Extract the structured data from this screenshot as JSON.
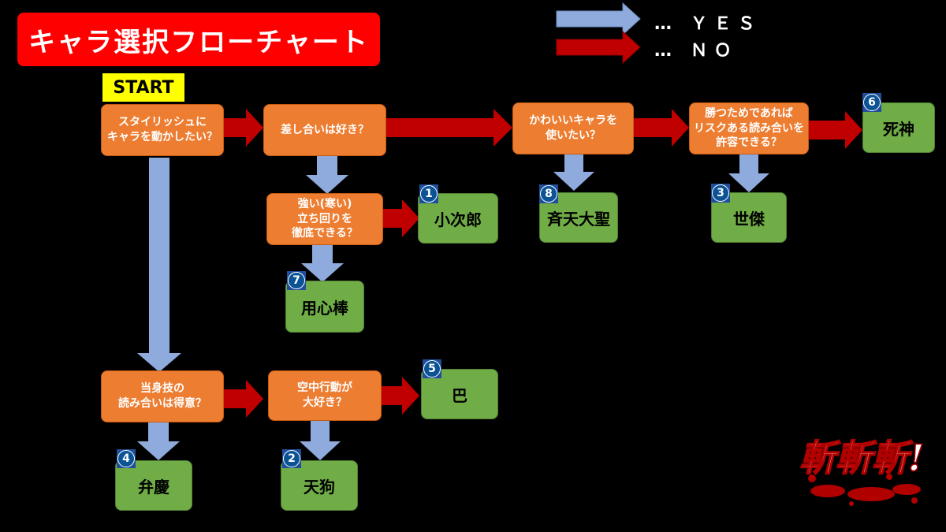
{
  "title": "キャラ選択フローチャート",
  "start_label": "START",
  "legend": {
    "yes_label": "… ＹＥＳ",
    "no_label": "… ＮＯ",
    "yes_color": "#8faadc",
    "no_color": "#c00000"
  },
  "questions": {
    "q1": "スタイリッシュに\nキャラを動かしたい？",
    "q2": "差し合いは好き？",
    "q3": "かわいいキャラを\n使いたい？",
    "q4": "勝つためであれば\nリスクある読み合いを\n許容できる？",
    "q5": "強い(寒い)\n立ち回りを\n徹底できる？",
    "q6": "当身技の\n読み合いは得意？",
    "q7": "空中行動が\n大好き？"
  },
  "answers": {
    "kojiro": {
      "label": "小次郎",
      "num": "1"
    },
    "tengu": {
      "label": "天狗",
      "num": "2"
    },
    "seiketsu": {
      "label": "世傑",
      "num": "3"
    },
    "benkei": {
      "label": "弁慶",
      "num": "4"
    },
    "tomoe": {
      "label": "巴",
      "num": "5"
    },
    "shinigami": {
      "label": "死神",
      "num": "6"
    },
    "yojinbo": {
      "label": "用心棒",
      "num": "7"
    },
    "seiten": {
      "label": "斉天大聖",
      "num": "8"
    }
  },
  "logo_text": "斬斬斬!",
  "colors": {
    "question_fill": "#ed7d31",
    "answer_fill": "#70ad47",
    "title_fill": "#ff0000",
    "start_fill": "#ffff00",
    "badge_fill": "#1f4e9c"
  }
}
